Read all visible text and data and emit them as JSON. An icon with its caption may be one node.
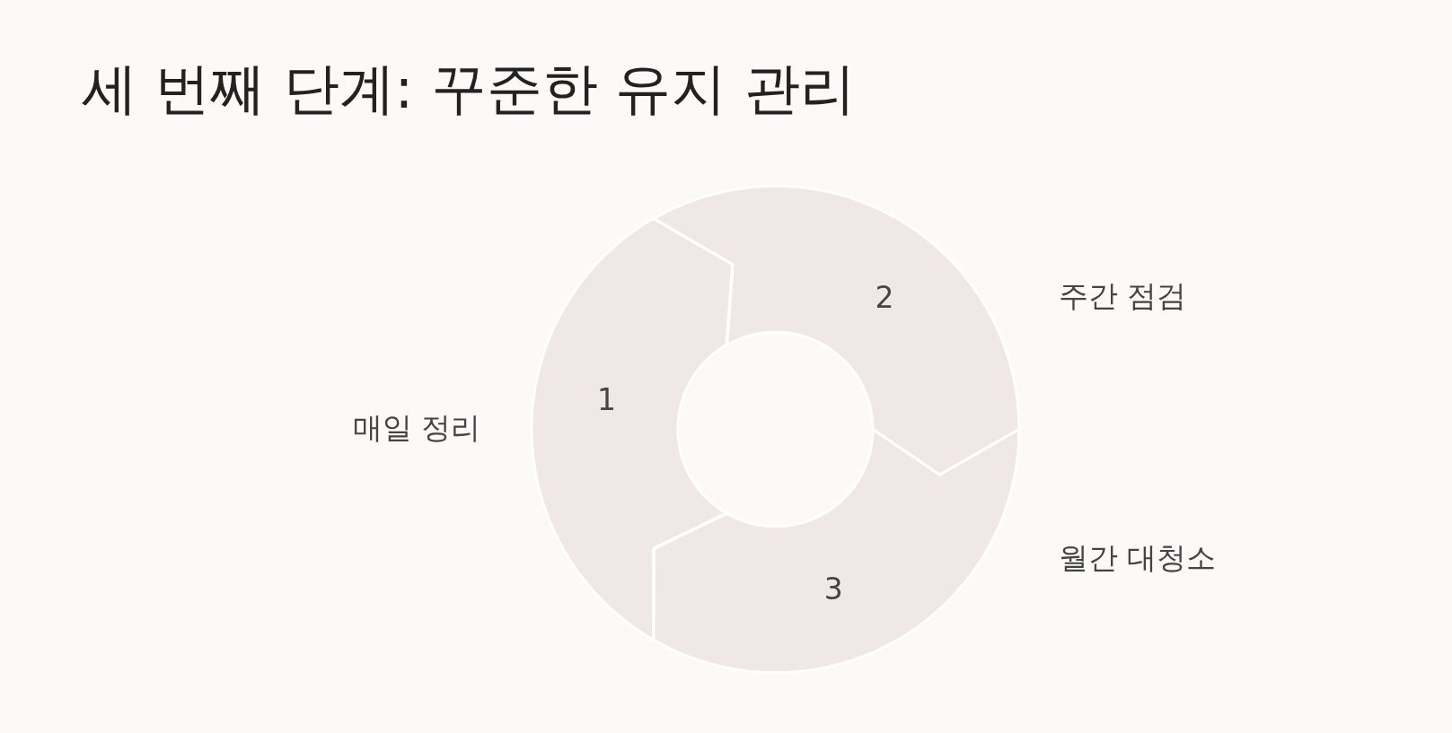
{
  "diagram": {
    "title": "세 번째 단계: 꾸준한 유지 관리",
    "nodes": [
      {
        "text": [
          "1"
        ],
        "beside": [
          "매일 정리"
        ]
      },
      {
        "text": [
          "2"
        ],
        "beside": [
          "주간 점검"
        ]
      },
      {
        "text": [
          "3"
        ],
        "beside": [
          "월간 대청소"
        ]
      }
    ]
  }
}
